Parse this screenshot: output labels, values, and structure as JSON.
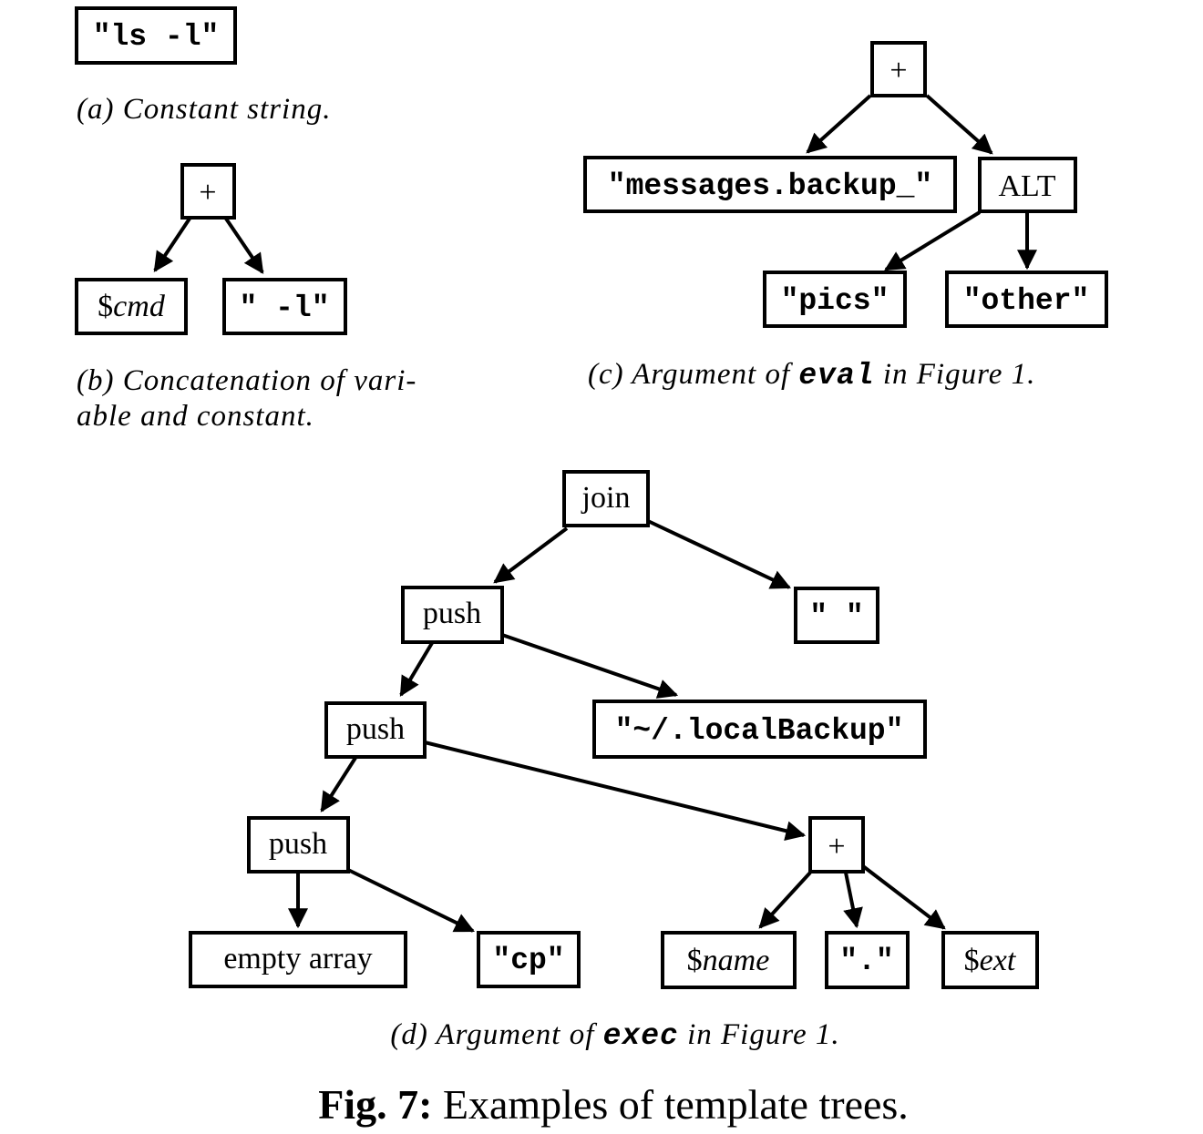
{
  "subfigures": {
    "a": {
      "node_const": "\"ls -l\"",
      "caption": "(a) Constant string."
    },
    "b": {
      "node_plus": "+",
      "node_cmd_sigil": "$",
      "node_cmd_var": "cmd",
      "node_const": "\" -l\"",
      "caption_line1": "(b)  Concatenation  of  vari-",
      "caption_line2": "able and constant."
    },
    "c": {
      "node_plus": "+",
      "node_messages": "\"messages.backup_\"",
      "node_alt": "ALT",
      "node_pics": "\"pics\"",
      "node_other": "\"other\"",
      "caption_pre": "(c) Argument of ",
      "caption_code": "eval",
      "caption_post": " in Figure 1."
    },
    "d": {
      "node_join": "join",
      "node_push1": "push",
      "node_space": "\" \"",
      "node_push2": "push",
      "node_localbackup": "\"~/.localBackup\"",
      "node_push3": "push",
      "node_plus": "+",
      "node_empty": "empty array",
      "node_cp": "\"cp\"",
      "node_name_sigil": "$",
      "node_name_var": "name",
      "node_dot": "\".\"",
      "node_ext_sigil": "$",
      "node_ext_var": "ext",
      "caption_pre": "(d) Argument of ",
      "caption_code": "exec",
      "caption_post": " in Figure 1."
    }
  },
  "figure_caption": {
    "label": "Fig. 7:",
    "text": " Examples of template trees."
  }
}
